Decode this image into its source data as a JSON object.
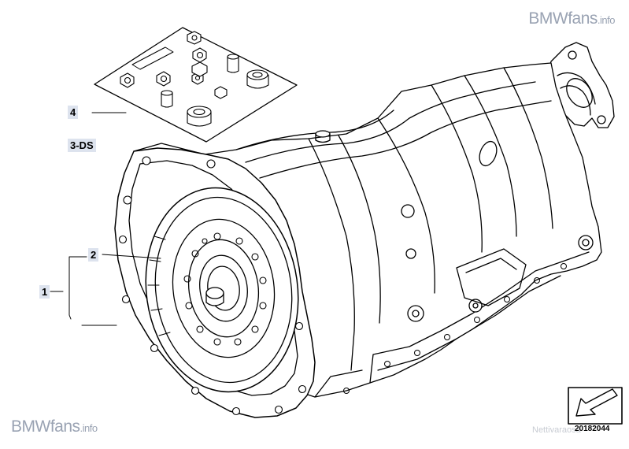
{
  "watermark": {
    "brand": "BMWfans",
    "suffix": ".info"
  },
  "footer_watermark": "Nettivaraosa",
  "diagram_number": "20182044",
  "callouts": {
    "c1": "1",
    "c2": "2",
    "c3": "3-DS",
    "c4": "4"
  }
}
